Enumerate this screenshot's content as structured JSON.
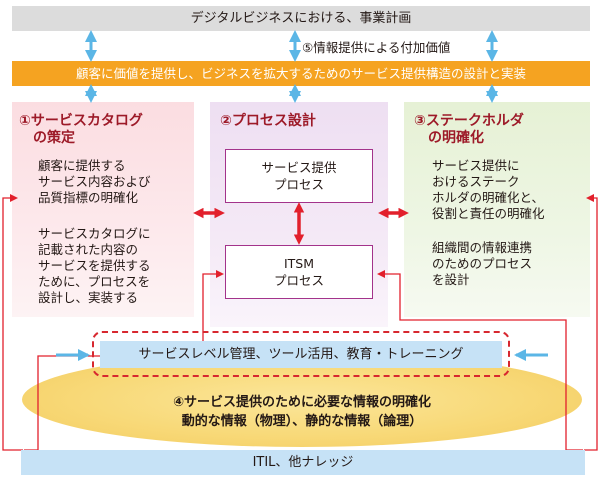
{
  "top": {
    "title": "デジタルビジネスにおける、事業計画"
  },
  "note5": "⑤情報提供による付加価値",
  "banner": "顧客に価値を提供し、ビジネスを拡大するためのサービス提供構造の設計と実装",
  "columns": [
    {
      "title_line1": "①サービスカタログ",
      "title_line2": "の策定",
      "text1": "顧客に提供する\nサービス内容および\n品質指標の明確化",
      "text2": "サービスカタログに\n記載された内容の\nサービスを提供する\nために、プロセスを\n設計し、実装する"
    },
    {
      "title": "②プロセス設計",
      "box1": "サービス提供\nプロセス",
      "box2": "ITSM\nプロセス"
    },
    {
      "title_line1": "③ステークホルダ",
      "title_line2": "の明確化",
      "text1": "サービス提供に\nおけるステーク\nホルダの明確化と、\n役割と責任の明確化",
      "text2": "組織間の情報連携\nのためのプロセス\nを設計"
    }
  ],
  "service_bar": "サービスレベル管理、ツール活用、教育・トレーニング",
  "info": {
    "line1": "④サービス提供のために必要な情報の明確化",
    "line2": "動的な情報（物理）、静的な情報（論理）"
  },
  "bottom": "ITIL、他ナレッジ",
  "colors": {
    "arrow_blue": "#5bb6e6",
    "arrow_red": "#e2202c",
    "banner_orange": "#f5a321",
    "box_purple": "#a3338b"
  }
}
